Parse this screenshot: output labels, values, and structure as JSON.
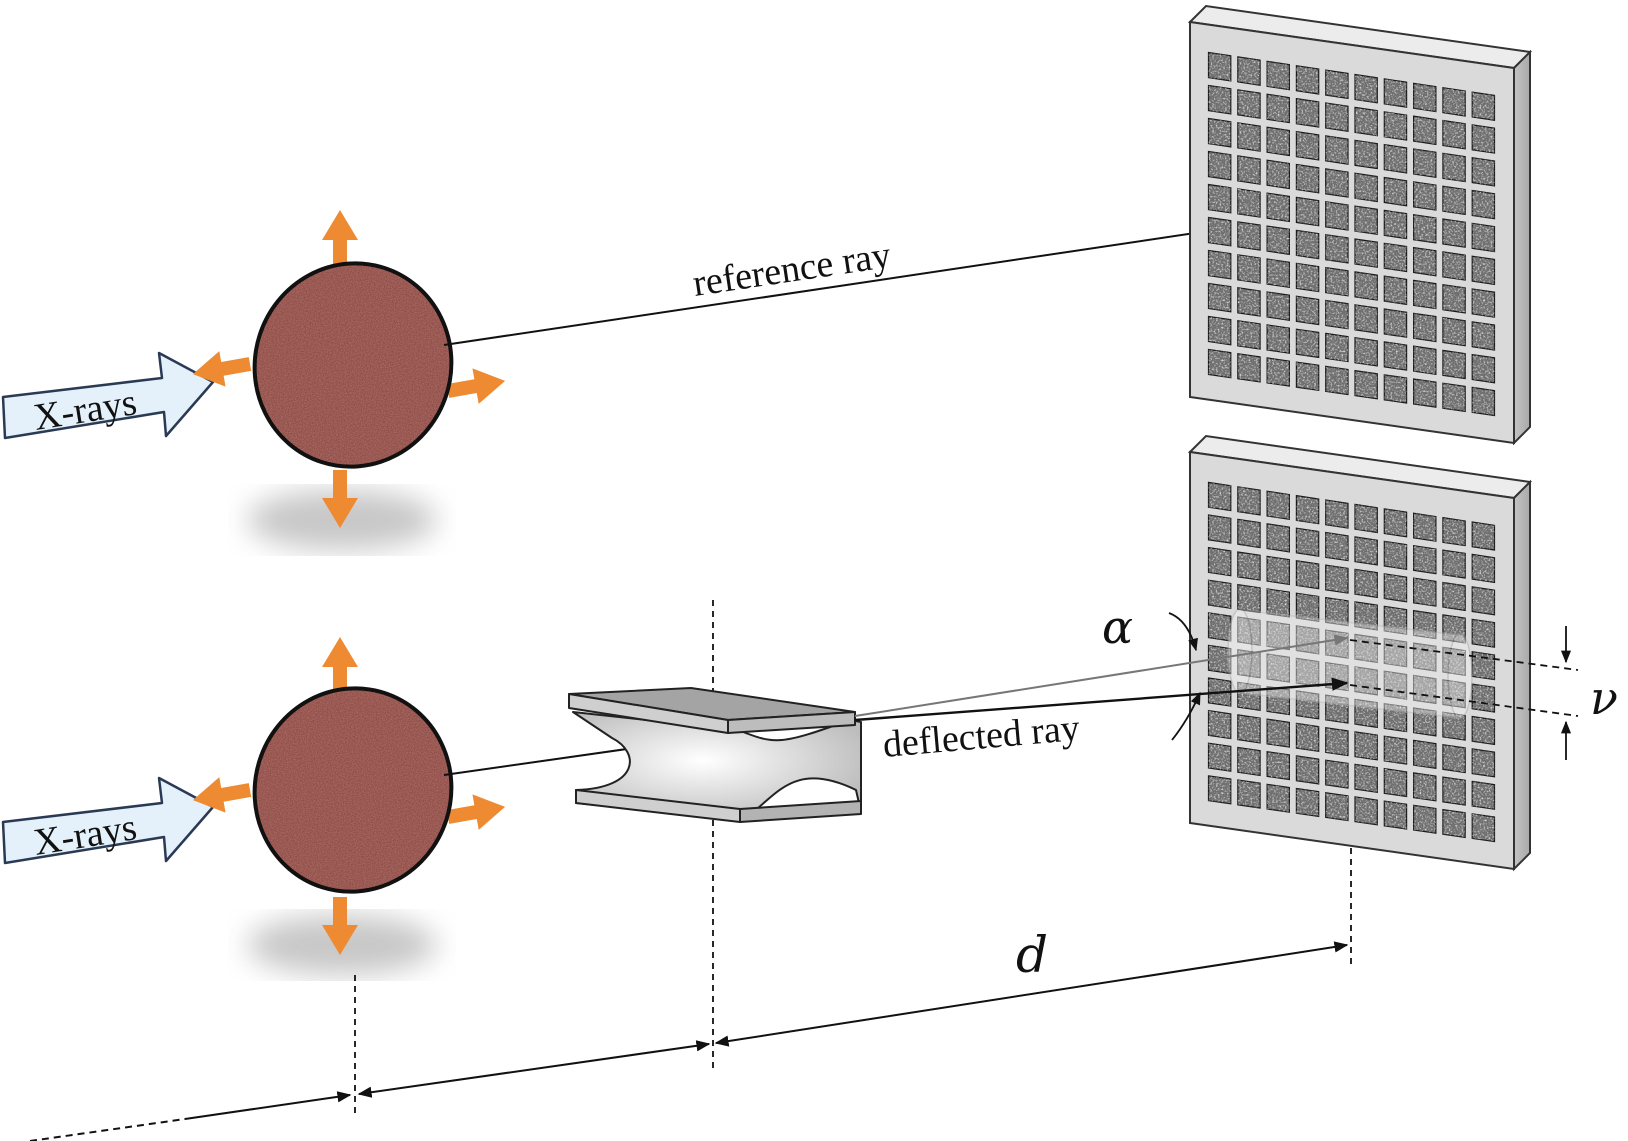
{
  "diagram": {
    "labels": {
      "xrays_top": "X-rays",
      "xrays_bottom": "X-rays",
      "reference_ray": "reference ray",
      "deflected_ray": "deflected ray",
      "alpha": "α",
      "nu": "ν",
      "distance": "d"
    },
    "colors": {
      "arrow_orange": "#ee8a32",
      "sample_red": "#8d4a45",
      "xray_arrow_fill": "#e4f1fb",
      "xray_arrow_stroke": "#2a3a55",
      "detector_frame": "#d8d8d8",
      "detector_cell": "#6e6e6e",
      "lens_top": "#9c9c9c",
      "lens_body": "#d8d8d8"
    },
    "detector": {
      "grid_columns": 10,
      "grid_rows": 10
    }
  }
}
